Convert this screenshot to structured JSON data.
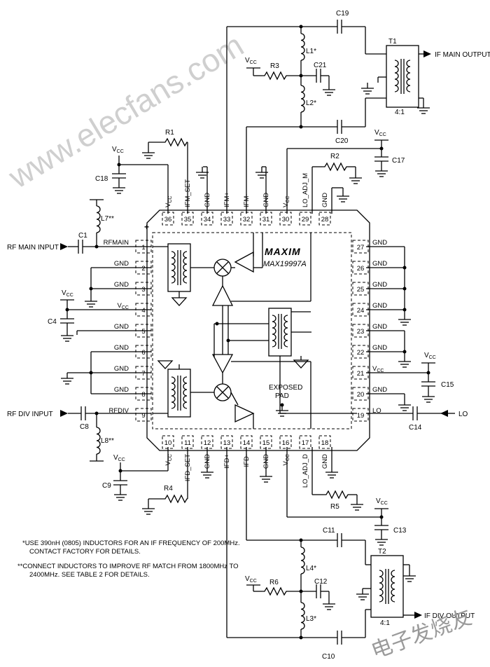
{
  "watermark": "www.elecfans.com",
  "watermark_cn": "电子发烧友",
  "chip": {
    "brand": "MAXIM",
    "part": "MAX19997A",
    "plus": "+",
    "exposed_pad_line1": "EXPOSED",
    "exposed_pad_line2": "PAD"
  },
  "pins_top": [
    {
      "num": "36",
      "label": "VCC"
    },
    {
      "num": "35",
      "label": "IFM_SET"
    },
    {
      "num": "34",
      "label": "GND"
    },
    {
      "num": "33",
      "label": "IFM+"
    },
    {
      "num": "32",
      "label": "IFM-"
    },
    {
      "num": "31",
      "label": "GND"
    },
    {
      "num": "30",
      "label": "VCC"
    },
    {
      "num": "29",
      "label": "LO_ADJ_M"
    },
    {
      "num": "28",
      "label": "GND"
    }
  ],
  "pins_left": [
    {
      "num": "1",
      "label": "RFMAIN"
    },
    {
      "num": "2",
      "label": "GND"
    },
    {
      "num": "3",
      "label": "GND"
    },
    {
      "num": "4",
      "label": "VCC"
    },
    {
      "num": "5",
      "label": "GND"
    },
    {
      "num": "6",
      "label": "GND"
    },
    {
      "num": "7",
      "label": "GND"
    },
    {
      "num": "8",
      "label": "GND"
    },
    {
      "num": "9",
      "label": "RFDIV"
    }
  ],
  "pins_right": [
    {
      "num": "27",
      "label": "GND"
    },
    {
      "num": "26",
      "label": "GND"
    },
    {
      "num": "25",
      "label": "GND"
    },
    {
      "num": "24",
      "label": "GND"
    },
    {
      "num": "23",
      "label": "GND"
    },
    {
      "num": "22",
      "label": "GND"
    },
    {
      "num": "21",
      "label": "VCC"
    },
    {
      "num": "20",
      "label": "GND"
    },
    {
      "num": "19",
      "label": "LO"
    }
  ],
  "pins_bottom": [
    {
      "num": "10",
      "label": "VCC"
    },
    {
      "num": "11",
      "label": "IFD_SET"
    },
    {
      "num": "12",
      "label": "GND"
    },
    {
      "num": "13",
      "label": "IFD+"
    },
    {
      "num": "14",
      "label": "IFD-"
    },
    {
      "num": "15",
      "label": "GND"
    },
    {
      "num": "16",
      "label": "VCC"
    },
    {
      "num": "17",
      "label": "LO_ADJ_D"
    },
    {
      "num": "18",
      "label": "GND"
    }
  ],
  "components": {
    "R1": "R1",
    "R2": "R2",
    "R3": "R3",
    "R4": "R4",
    "R5": "R5",
    "R6": "R6",
    "C1": "C1",
    "C4": "C4",
    "C8": "C8",
    "C9": "C9",
    "C10": "C10",
    "C11": "C11",
    "C12": "C12",
    "C13": "C13",
    "C14": "C14",
    "C15": "C15",
    "C17": "C17",
    "C18": "C18",
    "C19": "C19",
    "C20": "C20",
    "C21": "C21",
    "L1": "L1*",
    "L2": "L2*",
    "L3": "L3*",
    "L4": "L4*",
    "L7": "L7**",
    "L8": "L8**",
    "T1": "T1",
    "T2": "T2",
    "T1_ratio": "4:1",
    "T2_ratio": "4:1"
  },
  "vcc_label": "V",
  "vcc_sub": "CC",
  "signals": {
    "rf_main_input": "RF MAIN INPUT",
    "rf_div_input": "RF DIV INPUT",
    "if_main_output": "IF MAIN OUTPUT",
    "if_div_output": "IF DIV OUTPUT",
    "lo": "LO"
  },
  "notes": [
    "*USE 390nH (0805) INDUCTORS FOR AN IF FREQUENCY OF 200MHz.",
    "CONTACT FACTORY FOR DETAILS.",
    "**CONNECT INDUCTORS TO IMPROVE RF MATCH FROM 1800MHz TO",
    "2400MHz. SEE TABLE 2 FOR DETAILS."
  ]
}
